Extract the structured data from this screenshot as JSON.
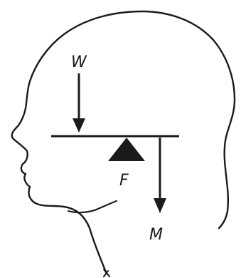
{
  "labels": {
    "weight": "W",
    "fulcrum": "F",
    "muscle": "M"
  },
  "colors": {
    "ink": "#1b1b1b",
    "background": "#ffffff"
  }
}
